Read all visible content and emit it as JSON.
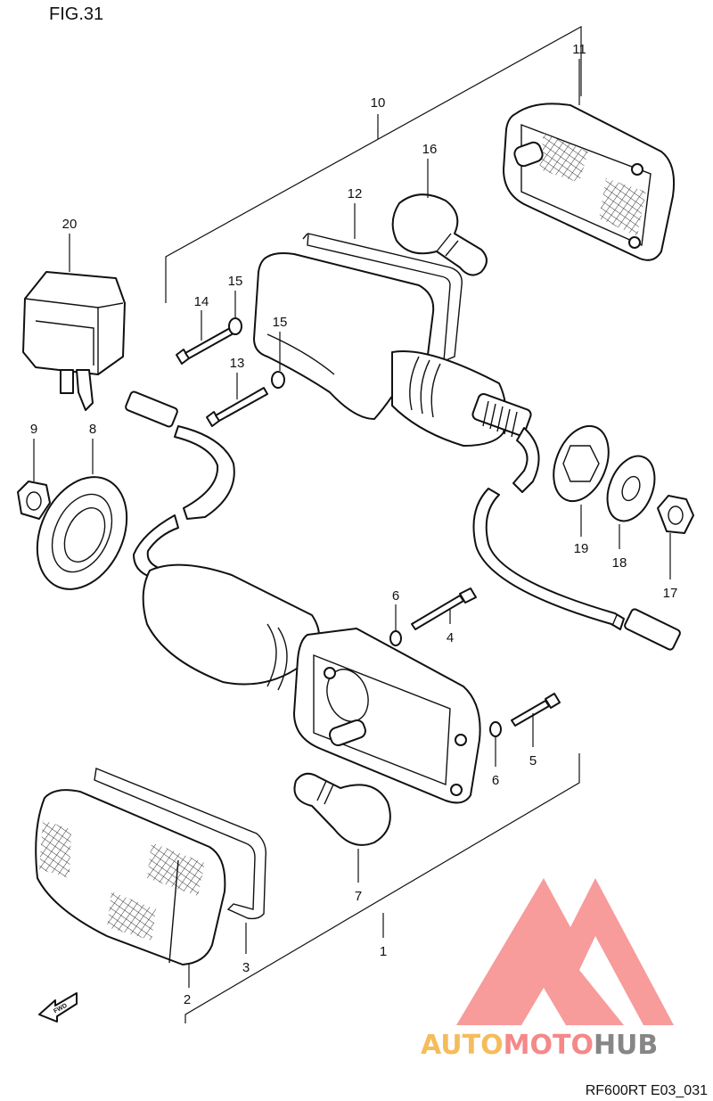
{
  "figure": {
    "title": "FIG.31",
    "code": "RF600RT E03_031",
    "fwd_label": "FWD"
  },
  "watermark": {
    "text_auto": "AUTO",
    "text_moto": "MOTO",
    "text_hub": "HUB",
    "colors": {
      "logo": "#f47c7c",
      "auto": "#f5b54a",
      "moto": "#f47c7c",
      "hub": "#7a7a7a"
    }
  },
  "callouts": [
    {
      "id": "1",
      "part": "rear-left turn signal assembly"
    },
    {
      "id": "2",
      "part": "lens"
    },
    {
      "id": "3",
      "part": "lens gasket"
    },
    {
      "id": "4",
      "part": "screw"
    },
    {
      "id": "5",
      "part": "screw"
    },
    {
      "id": "6",
      "part": "washer"
    },
    {
      "id": "7",
      "part": "bulb"
    },
    {
      "id": "8",
      "part": "grommet"
    },
    {
      "id": "9",
      "part": "nut"
    },
    {
      "id": "10",
      "part": "rear-right turn signal assembly"
    },
    {
      "id": "11",
      "part": "lens"
    },
    {
      "id": "12",
      "part": "lens gasket"
    },
    {
      "id": "13",
      "part": "screw"
    },
    {
      "id": "14",
      "part": "screw"
    },
    {
      "id": "15",
      "part": "washer"
    },
    {
      "id": "16",
      "part": "bulb"
    },
    {
      "id": "17",
      "part": "nut"
    },
    {
      "id": "18",
      "part": "washer"
    },
    {
      "id": "19",
      "part": "cushion"
    },
    {
      "id": "20",
      "part": "relay"
    }
  ]
}
